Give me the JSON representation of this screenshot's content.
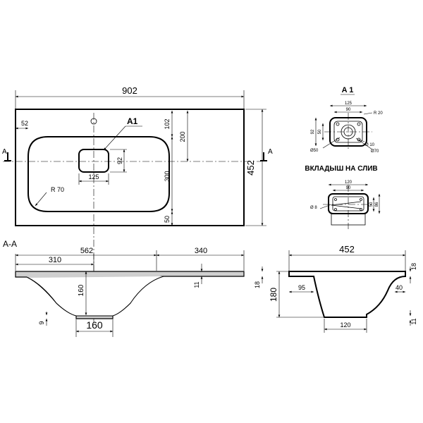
{
  "top_view": {
    "width": "902",
    "left_offset": "52",
    "depth": "452",
    "detail_callout": "A1",
    "bowl_to_top": "102",
    "tap_to_drain": "200",
    "drain_height": "92",
    "drain_width": "125",
    "bowl_depth": "300",
    "front_edge": "50",
    "corner_radius": "R 70",
    "section_left": "A",
    "section_right": "A"
  },
  "section_view": {
    "label": "A-A",
    "to_drain_center": "562",
    "right_part": "340",
    "bowl_half": "310",
    "bowl_depth": "160",
    "counter_thickness": "11",
    "outlet_width": "160",
    "bottom_thickness": "9",
    "side_thickness": "18"
  },
  "side_view": {
    "depth": "452",
    "height": "180",
    "back_offset": "95",
    "front_offset": "40",
    "outlet_width": "120",
    "top_thickness": "18",
    "bottom_thickness": "11"
  },
  "detail_a1": {
    "title": "A 1",
    "outer_width": "125",
    "inner_width": "90",
    "radius": "R 20",
    "outer_height": "92",
    "inner_height": "50",
    "hole_large": "Ø50",
    "hole_medium": "Ø70",
    "hole_small": "Ø 10"
  },
  "insert": {
    "title": "ВКЛАДЫШ НА СЛИВ",
    "outer_width": "120",
    "inner_width": "90",
    "hole": "Ø 8",
    "inner_height": "50",
    "outer_height": "86"
  }
}
